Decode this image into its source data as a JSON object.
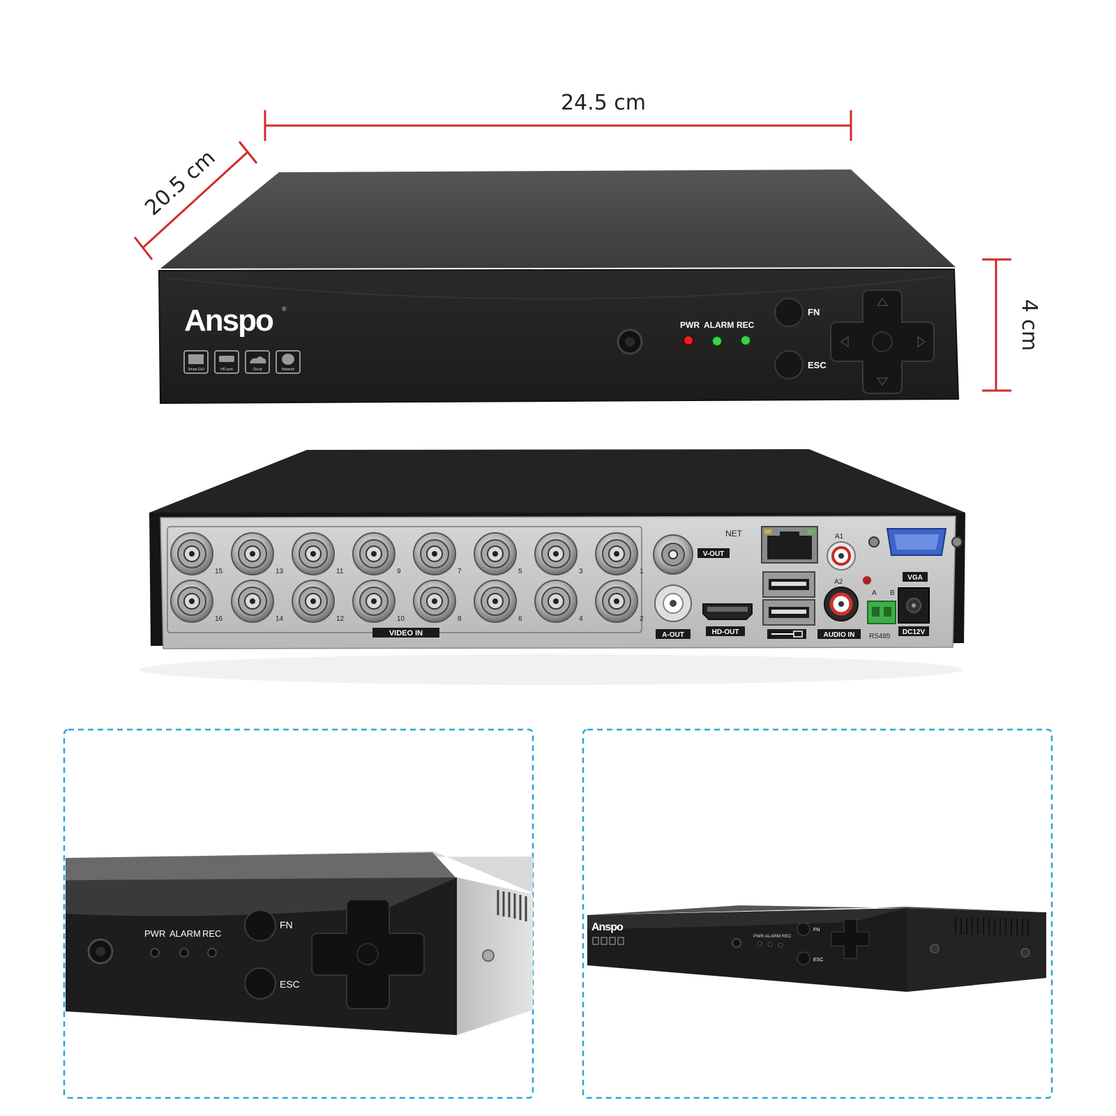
{
  "dimensions": {
    "width": "24.5 cm",
    "depth": "20.5 cm",
    "height": "4 cm",
    "line_color": "#d42a2a"
  },
  "front": {
    "brand": "Anspo",
    "trademark": "®",
    "feature_icons": [
      {
        "icon": "smart-gui-icon",
        "label": "Smart GUI"
      },
      {
        "icon": "hd-port-icon",
        "label": "HD-port"
      },
      {
        "icon": "cloud-icon",
        "label": "Cloud"
      },
      {
        "icon": "network-icon",
        "label": "Network"
      }
    ],
    "leds": {
      "pwr": "PWR",
      "alarm": "ALARM",
      "rec": "REC"
    },
    "led_colors": {
      "pwr": "#e02020",
      "alarm": "#3ed14a",
      "rec": "#3ed14a"
    },
    "buttons": {
      "fn": "FN",
      "esc": "ESC"
    }
  },
  "back": {
    "bnc_top_numbers": [
      "15",
      "13",
      "11",
      "9",
      "7",
      "5",
      "3",
      "1"
    ],
    "bnc_bottom_numbers": [
      "16",
      "14",
      "12",
      "10",
      "8",
      "6",
      "4",
      "2"
    ],
    "video_in": "VIDEO IN",
    "net": "NET",
    "v_out": "V-OUT",
    "a_out": "A-OUT",
    "hd_out": "HD-OUT",
    "audio_a1": "A1",
    "audio_a2": "A2",
    "audio_in": "AUDIO IN",
    "vga": "VGA",
    "rs485_a": "A",
    "rs485_b": "B",
    "rs485": "RS485",
    "dc12v": "DC12V"
  },
  "detail_left": {
    "leds": {
      "pwr": "PWR",
      "alarm": "ALARM",
      "rec": "REC"
    },
    "buttons": {
      "fn": "FN",
      "esc": "ESC"
    }
  },
  "detail_right": {
    "brand": "Anspo",
    "leds_line": "PWR ALARM REC",
    "buttons": {
      "fn": "FN",
      "esc": "ESC"
    }
  },
  "frame_color": "#2aa6d9"
}
